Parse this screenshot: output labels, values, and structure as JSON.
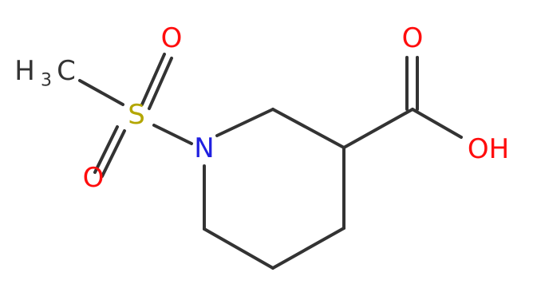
{
  "molecule": {
    "labels": {
      "methyl_h": "H",
      "methyl_sub": "3",
      "methyl_c": "C",
      "sulfur": "S",
      "sulfonyl_o_top": "O",
      "sulfonyl_o_bottom": "O",
      "nitrogen": "N",
      "carbonyl_o": "O",
      "hydroxyl": "OH"
    },
    "colors": {
      "bond": "#333333",
      "carbon": "#333333",
      "sulfur": "#b3a600",
      "nitrogen": "#2020e0",
      "oxygen": "#ff0d0d"
    }
  }
}
